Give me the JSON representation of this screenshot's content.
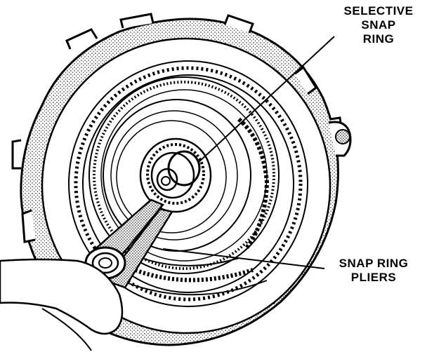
{
  "labels": {
    "selective_snap_ring": [
      "SELECTIVE",
      "SNAP",
      "RING"
    ],
    "snap_ring_pliers": [
      "SNAP RING",
      "PLIERS"
    ]
  },
  "colors": {
    "ink": "#000000",
    "paper": "#ffffff",
    "stipple": "#000000"
  }
}
